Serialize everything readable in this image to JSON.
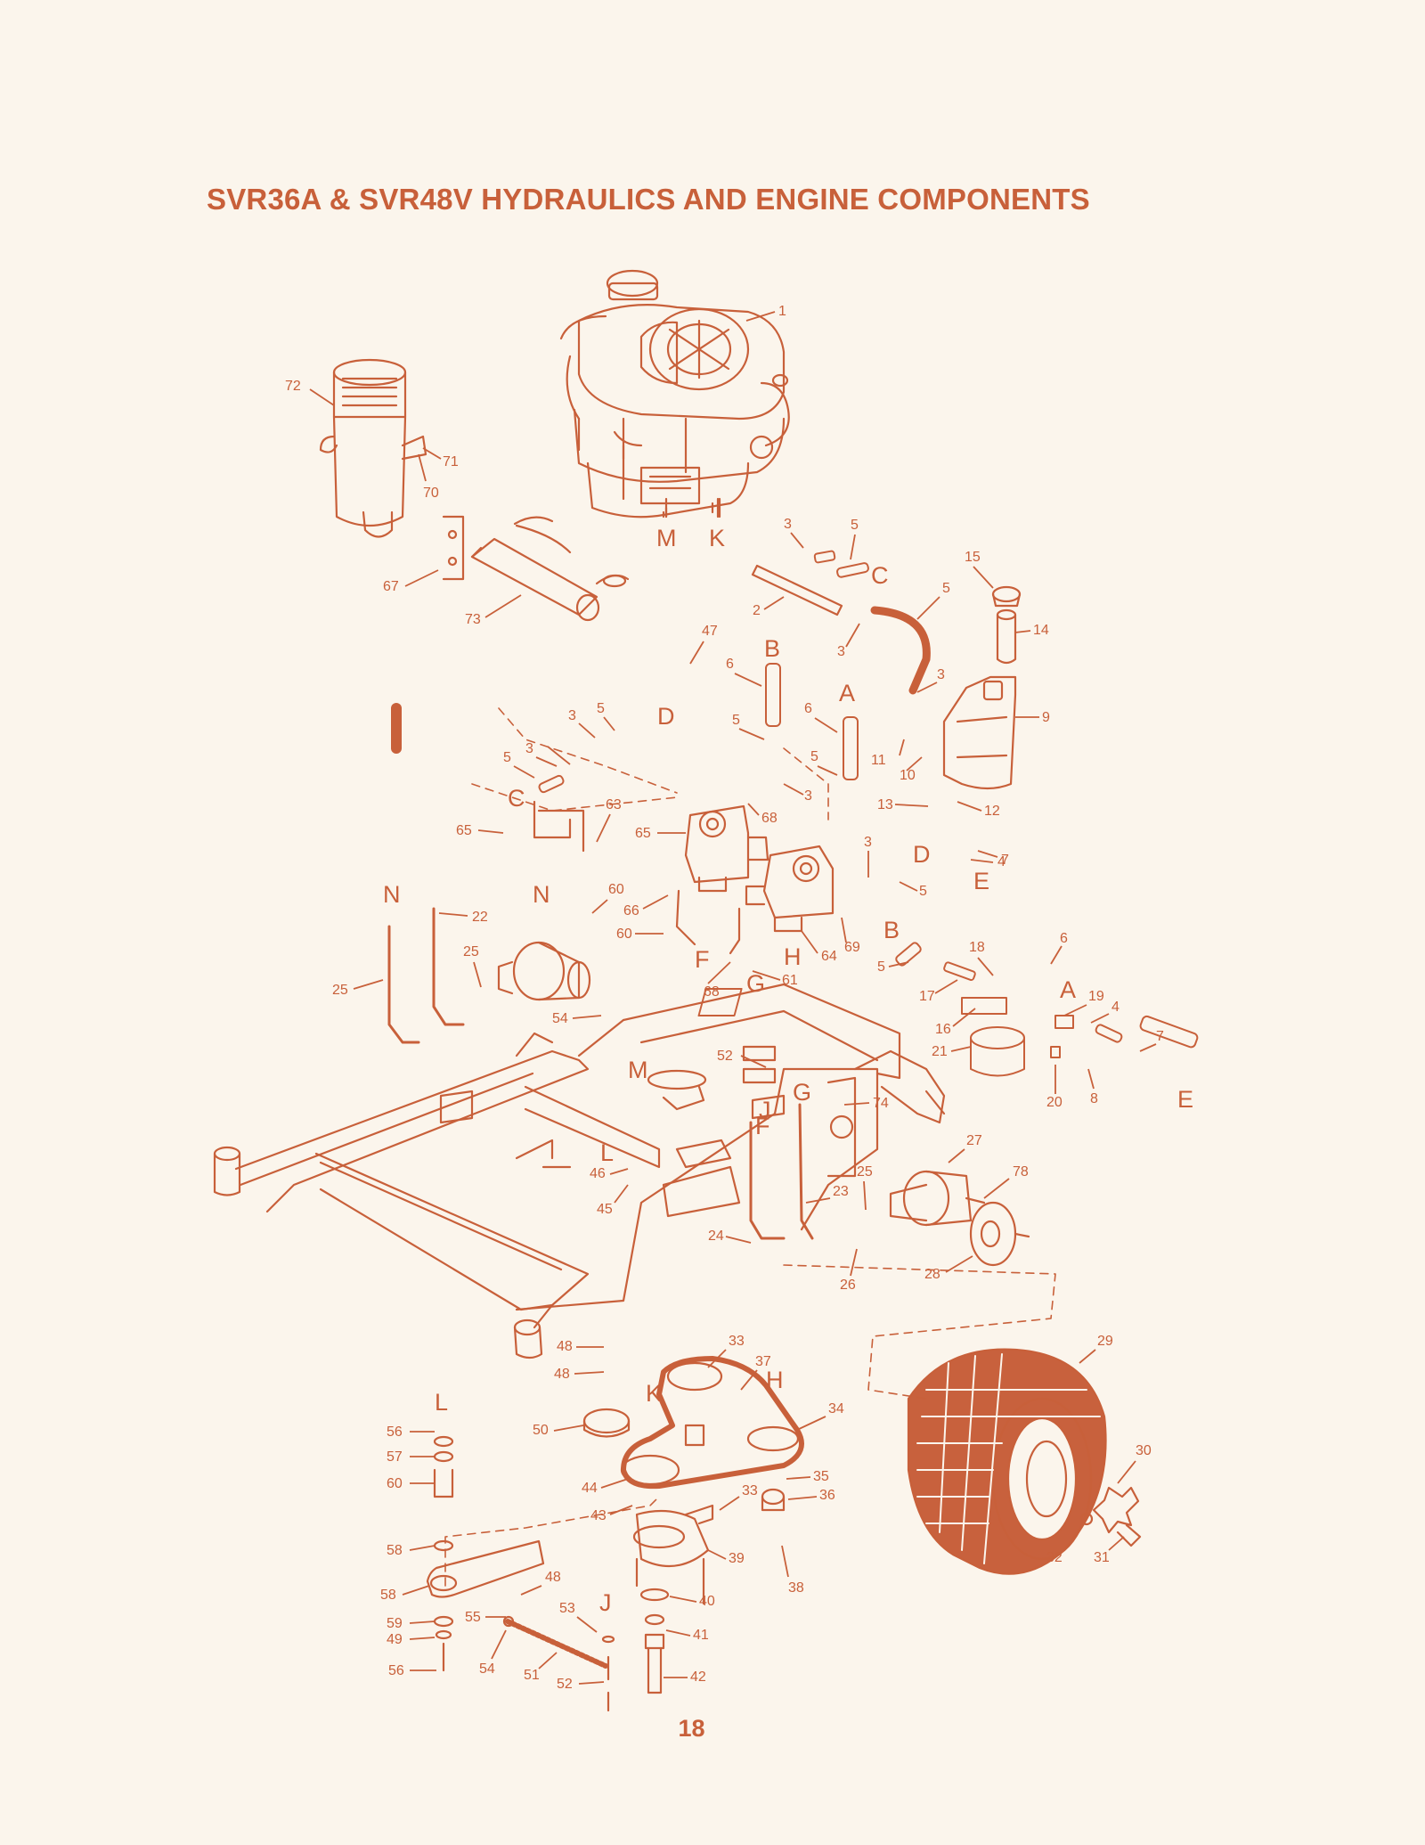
{
  "document": {
    "title": "SVR36A & SVR48V HYDRAULICS AND ENGINE COMPONENTS",
    "page_number": "18"
  },
  "colors": {
    "ink": "#c8603a",
    "paper": "#fbf5ec",
    "tire_fill": "#c8613d"
  },
  "callouts": [
    "1",
    "2",
    "3",
    "3",
    "3",
    "3",
    "3",
    "3",
    "3",
    "4",
    "4",
    "5",
    "5",
    "5",
    "5",
    "5",
    "5",
    "5",
    "5",
    "6",
    "6",
    "6",
    "7",
    "7",
    "8",
    "9",
    "10",
    "11",
    "12",
    "13",
    "14",
    "15",
    "16",
    "17",
    "18",
    "19",
    "20",
    "21",
    "22",
    "23",
    "24",
    "25",
    "25",
    "25",
    "26",
    "27",
    "28",
    "29",
    "30",
    "31",
    "32",
    "33",
    "33",
    "34",
    "35",
    "36",
    "37",
    "38",
    "39",
    "40",
    "41",
    "42",
    "43",
    "44",
    "45",
    "46",
    "47",
    "48",
    "48",
    "48",
    "49",
    "50",
    "51",
    "52",
    "52",
    "53",
    "54",
    "54",
    "55",
    "56",
    "56",
    "57",
    "58",
    "58",
    "59",
    "60",
    "60",
    "60",
    "61",
    "63",
    "64",
    "65",
    "65",
    "66",
    "67",
    "68",
    "68",
    "69",
    "70",
    "71",
    "72",
    "73",
    "74",
    "78"
  ],
  "letter_refs": [
    "M",
    "K",
    "C",
    "B",
    "A",
    "D",
    "C",
    "N",
    "N",
    "D",
    "E",
    "B",
    "A",
    "F",
    "H",
    "G",
    "E",
    "M",
    "J",
    "G",
    "L",
    "F",
    "L",
    "K",
    "H",
    "J"
  ]
}
